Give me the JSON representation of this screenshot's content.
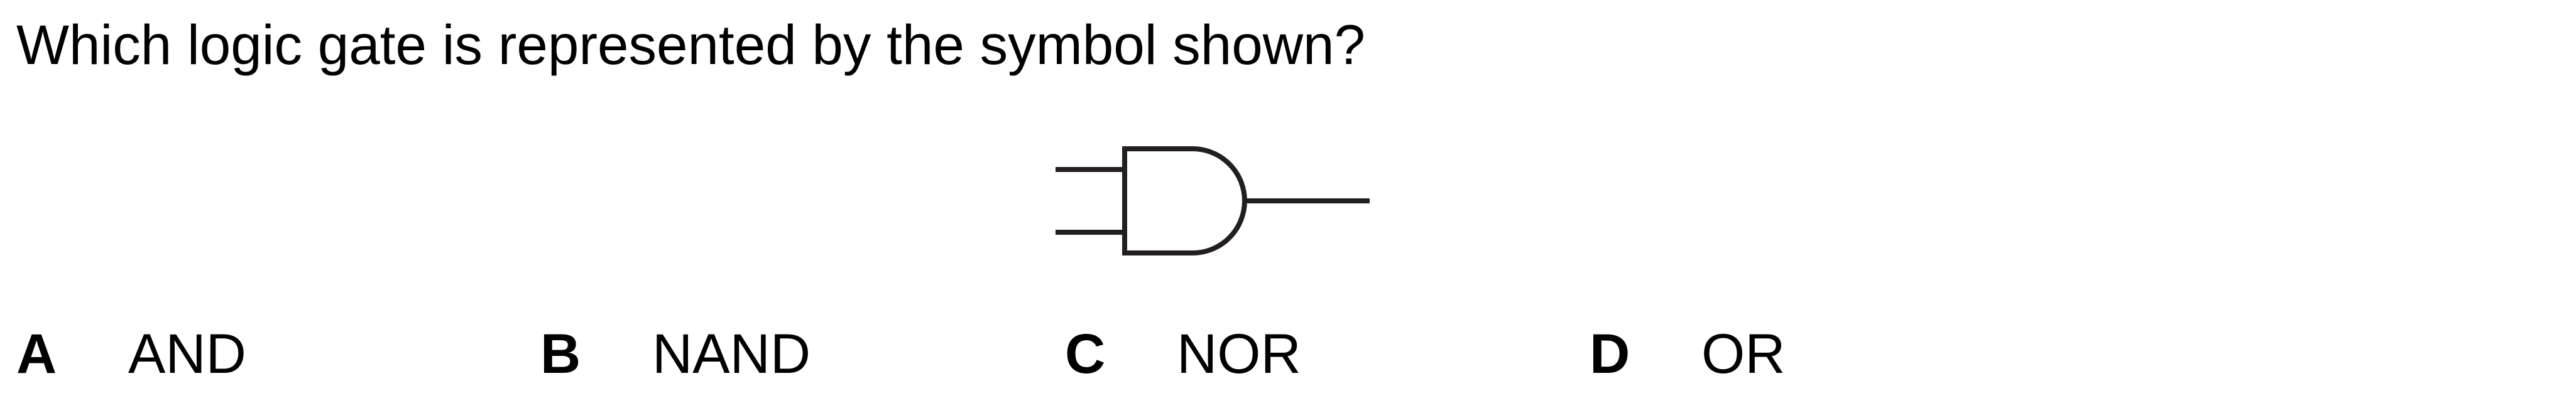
{
  "question": {
    "text": "Which logic gate is represented by the symbol shown?"
  },
  "figure": {
    "symbol": "and-gate-icon"
  },
  "options": [
    {
      "letter": "A",
      "text": "AND"
    },
    {
      "letter": "B",
      "text": "NAND"
    },
    {
      "letter": "C",
      "text": "NOR"
    },
    {
      "letter": "D",
      "text": "OR"
    }
  ]
}
